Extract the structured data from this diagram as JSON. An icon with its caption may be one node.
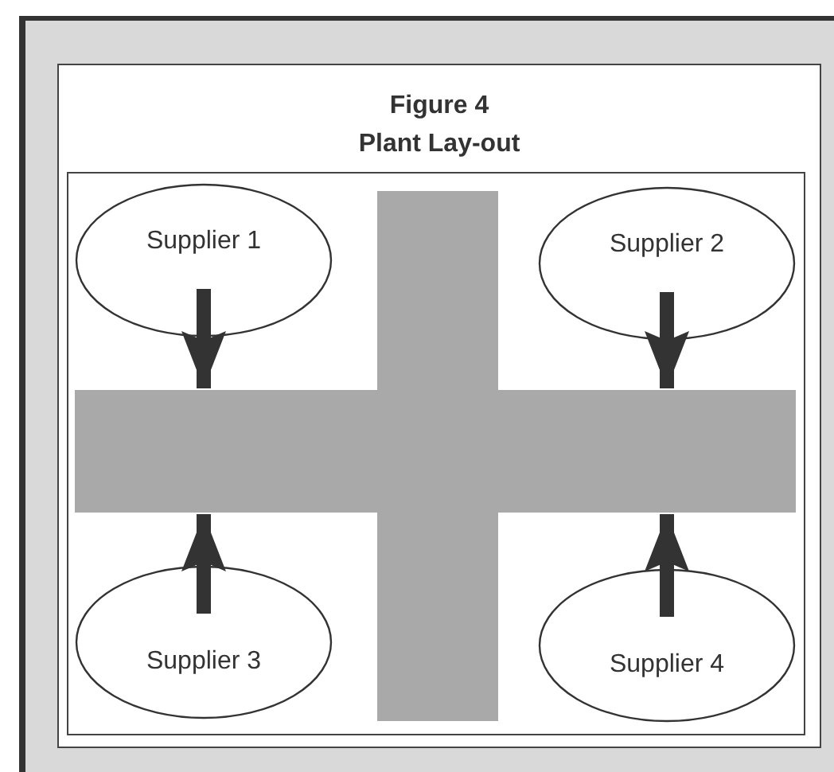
{
  "diagram": {
    "title": "Figure 4",
    "labels": [
      "Plant Lay-out"
    ],
    "nodes": [
      {
        "text": [
          "Supplier 1"
        ]
      },
      {
        "text": [
          "Supplier 2"
        ]
      },
      {
        "text": [
          "Supplier 3"
        ]
      },
      {
        "text": [
          "Supplier 4"
        ]
      },
      {
        "text": [],
        "shape": "bar"
      },
      {
        "text": [],
        "shape": "bar"
      }
    ],
    "edges": [
      {
        "from": 0,
        "to": 5,
        "arrow": "to"
      },
      {
        "from": 1,
        "to": 5,
        "arrow": "to"
      },
      {
        "from": 2,
        "to": 5,
        "arrow": "to"
      },
      {
        "from": 3,
        "to": 5,
        "arrow": "to"
      }
    ]
  }
}
